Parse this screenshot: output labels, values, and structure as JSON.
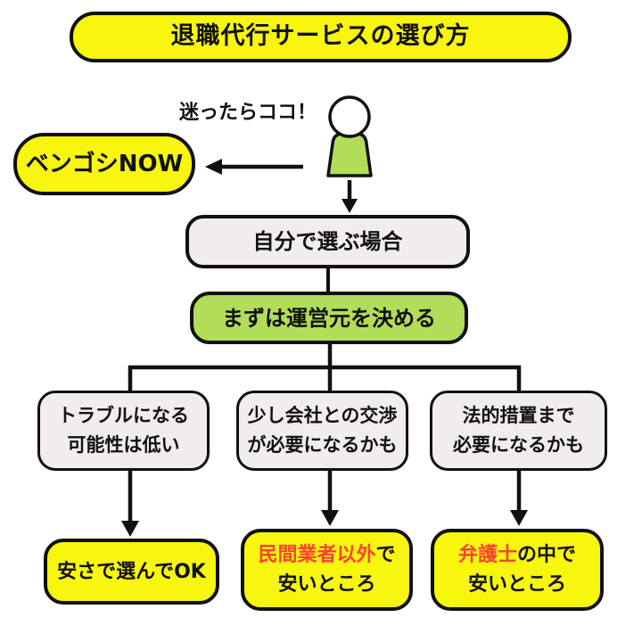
{
  "title": "退職代行サービスの選び方",
  "callout": "迷ったらココ！",
  "recommendation": {
    "label": "ベンゴシNOW"
  },
  "steps": {
    "self_select": "自分で選ぶ場合",
    "decide_operator": "まずは運営元を決める"
  },
  "branches": [
    {
      "note": [
        "トラブルになる",
        "可能性は低い"
      ],
      "result": {
        "highlight": "",
        "rest": "安さで選んでOK",
        "line2": ""
      }
    },
    {
      "note": [
        "少し会社との交渉",
        "が必要になるかも"
      ],
      "result": {
        "highlight": "民間業者以外",
        "rest": "で",
        "line2": "安いところ"
      }
    },
    {
      "note": [
        "法的措置まで",
        "必要になるかも"
      ],
      "result": {
        "highlight": "弁護士",
        "rest": "の中で",
        "line2": "安いところ"
      }
    }
  ],
  "icons": {
    "person": "person-icon"
  },
  "colors": {
    "yellow": "#f8f50e",
    "green": "#b2dd58",
    "light": "#f2eded",
    "highlight_red": "#fa4233",
    "line": "#111111"
  }
}
